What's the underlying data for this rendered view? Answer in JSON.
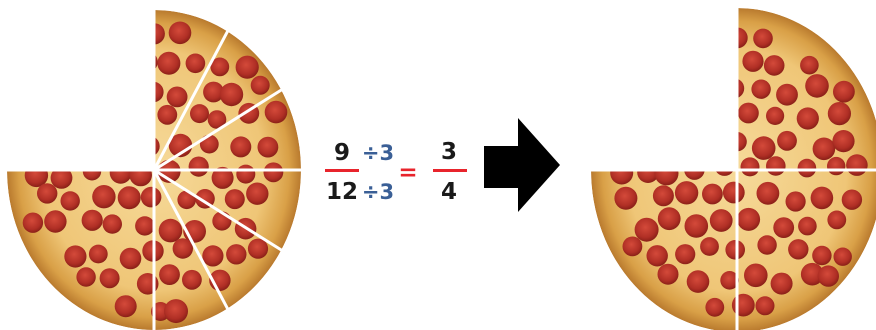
{
  "left_fraction": {
    "numerator": "9",
    "numerator_divisor": "÷3",
    "denominator": "12",
    "denominator_divisor": "÷3"
  },
  "equals_sign": "=",
  "result_fraction": {
    "numerator": "3",
    "denominator": "4"
  },
  "colors": {
    "number": "#1a1a1a",
    "divisor": "#3a5f96",
    "fraction_bar": "#e8242c",
    "arrow": "#000000",
    "crust": "#d9a556",
    "cheese": "#f2cf86",
    "pepperoni": "#b8332a",
    "slice_line": "#ffffff"
  },
  "icons": {
    "left_image": "pizza-three-quarters-twelve-slices",
    "right_image": "pizza-three-quarters-four-slices",
    "arrow": "right-arrow-icon"
  }
}
